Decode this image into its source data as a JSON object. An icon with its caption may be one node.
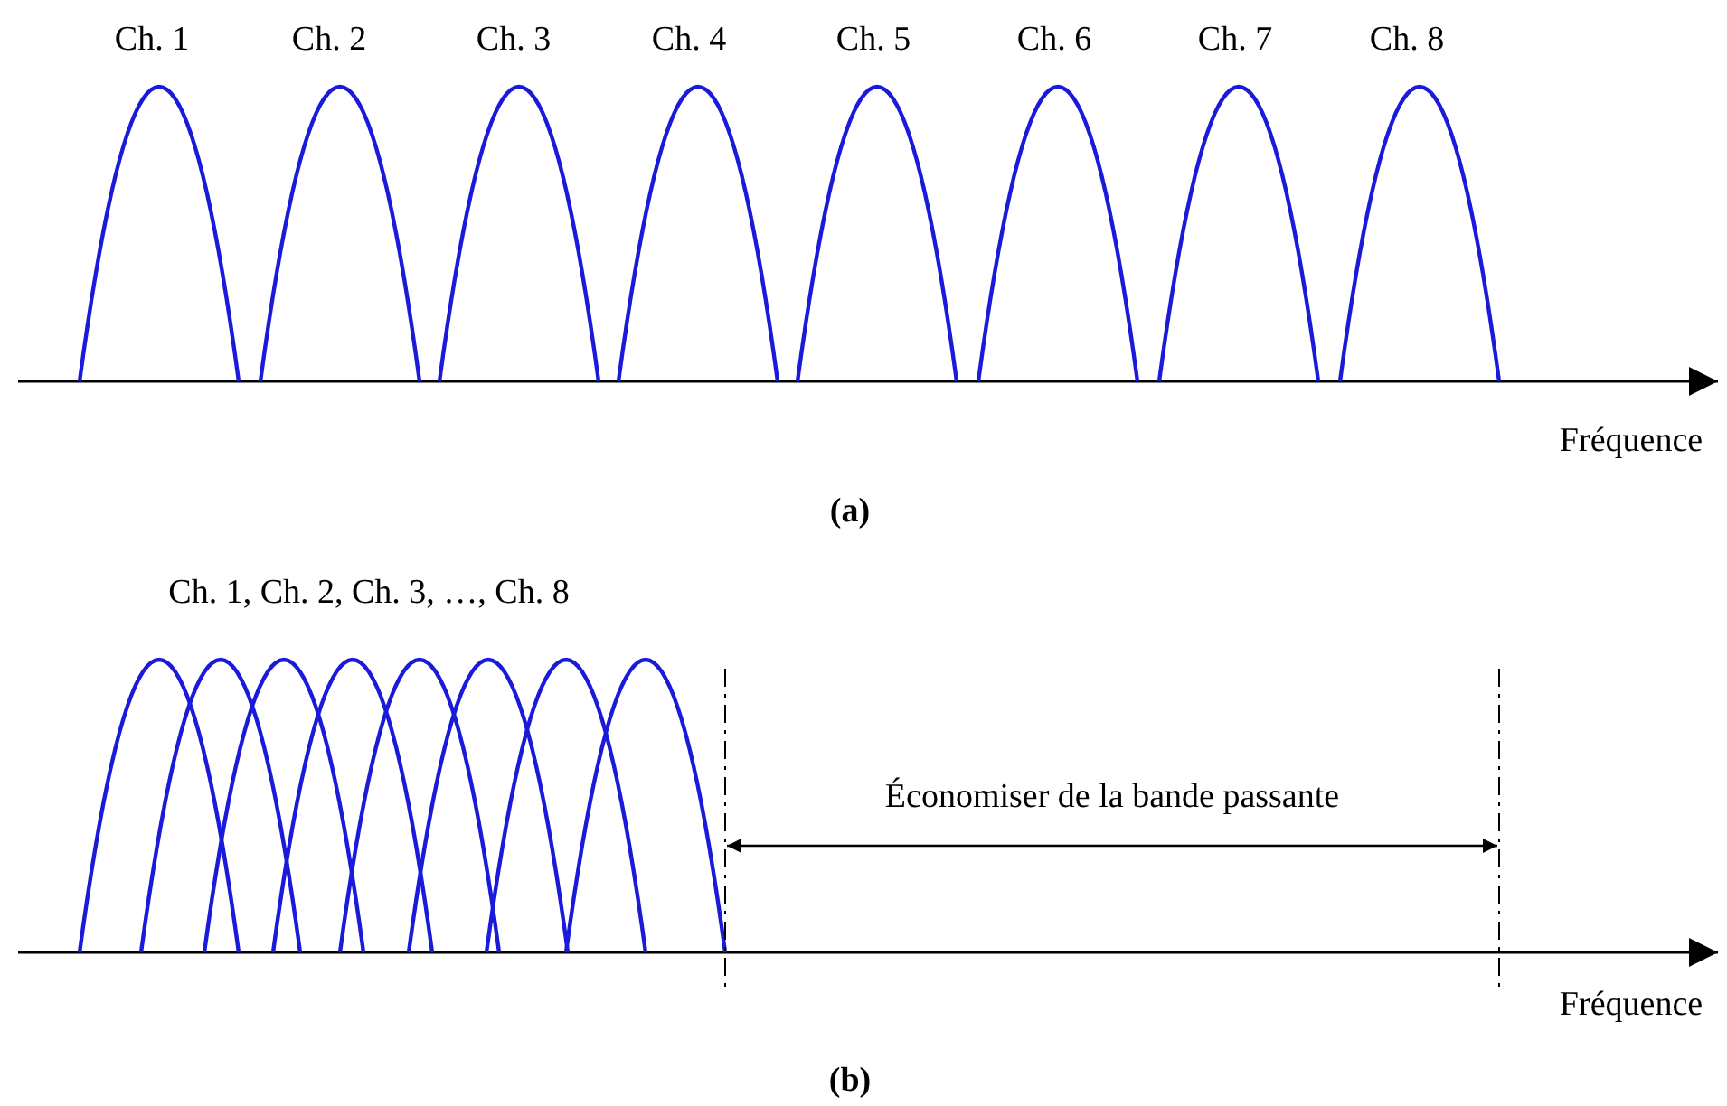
{
  "diagram": {
    "labels": [
      "Ch. 1",
      "Ch. 2",
      "Ch. 3",
      "Ch. 4",
      "Ch. 5",
      "Ch. 6",
      "Ch. 7",
      "Ch. 8",
      "Fréquence",
      "(a)",
      "Ch. 1, Ch. 2, Ch. 3, …, Ch. 8",
      "Économiser de la bande passante",
      "Fréquence",
      "(b)"
    ]
  }
}
